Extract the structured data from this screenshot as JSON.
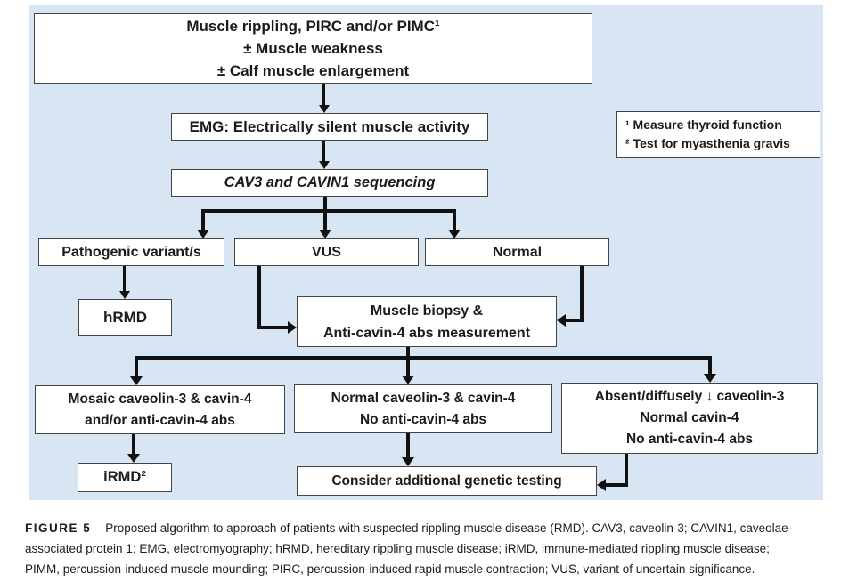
{
  "figure": {
    "boxes": {
      "initial": {
        "lines": [
          "Muscle rippling, PIRC and/or PIMC¹",
          "± Muscle weakness",
          "± Calf muscle enlargement"
        ]
      },
      "emg": {
        "label": "EMG: Electrically silent muscle activity"
      },
      "sequencing": {
        "label": "CAV3 and CAVIN1 sequencing"
      },
      "notes": {
        "lines": [
          "¹ Measure thyroid function",
          "² Test for myasthenia gravis"
        ]
      },
      "pathogenic": {
        "label": "Pathogenic variant/s"
      },
      "vus": {
        "label": "VUS"
      },
      "normal": {
        "label": "Normal"
      },
      "hrmd": {
        "label": "hRMD"
      },
      "biopsy": {
        "lines": [
          "Muscle biopsy &",
          "Anti-cavin-4 abs measurement"
        ]
      },
      "mosaic": {
        "lines": [
          "Mosaic caveolin-3 & cavin-4",
          "and/or anti-cavin-4 abs"
        ]
      },
      "normal_cavin": {
        "lines": [
          "Normal caveolin-3 & cavin-4",
          "No anti-cavin-4 abs"
        ]
      },
      "absent": {
        "lines": [
          "Absent/diffusely ↓ caveolin-3",
          "Normal cavin-4",
          "No anti-cavin-4 abs"
        ]
      },
      "irmd": {
        "label": "iRMD²"
      },
      "consider": {
        "label": "Consider additional genetic testing"
      }
    },
    "caption": {
      "label": "FIGURE 5",
      "lines": [
        "Proposed algorithm to approach of patients with suspected rippling muscle disease (RMD). CAV3, caveolin-3; CAVIN1, caveolae-",
        "associated protein 1; EMG, electromyography; hRMD, hereditary rippling muscle disease; iRMD, immune-mediated rippling muscle disease;",
        "PIMM, percussion-induced muscle mounding; PIRC, percussion-induced rapid muscle contraction; VUS, variant of uncertain significance."
      ]
    },
    "colors": {
      "panel_background": "#d8e5f2",
      "box_background": "#ffffff",
      "box_border": "#444444",
      "arrow": "#111111"
    }
  }
}
